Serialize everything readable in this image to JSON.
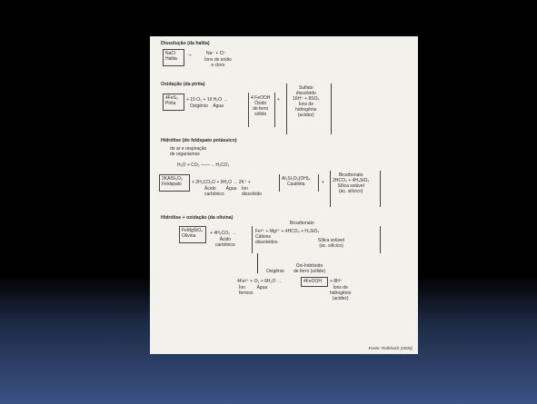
{
  "sections": {
    "dissolucao": {
      "title": "Dissolução (da halita)",
      "box": "NaCl\nHalita",
      "arrow": "→",
      "ions": "Na⁺  +  Cl⁻",
      "ions_label": "Íons de sódio\ne cloro"
    },
    "oxidacao": {
      "title": "Oxidação (da pirita)",
      "box": "4FeS₂\nPirita",
      "reagents": "+ 15 O₂  + 10 H₂O  →",
      "reagent_labels": "Oxigênio    Água",
      "product_box": "4 FeOOH\nÓxido\nde ferro\nsólido",
      "plus": "+",
      "sulfate_box": "Sulfato\ndissolvido\n16H⁺ + 8SO₄\nÍons de\nhidrogênio\n(acidez)"
    },
    "hidrolise": {
      "title": "Hidrólise (do feldspato potássico)",
      "note": "do ar e respiração\nde organismos",
      "co2": "H₂O + CO₂ ——→ H₂CO₃",
      "box": "2KAlSi₃O₈\nFeldspato",
      "reagents": "+ 2H₂CO₃O  + 9H₂O  →  2K⁺ +",
      "reagent_labels": "Ácido        Água    Íon\ncarbônico              dissolvido",
      "caulinita_box": "Al₂Si₂O₅(OH)₄\nCaulinita",
      "plus": "+",
      "bicarb_box": "Bicarbonato\n2HCO₃ + 4H₄SiO₄\nSílica solúvel\n(ác. silícico)"
    },
    "hidrolise_oxidacao": {
      "title": "Hidrólise + oxidação (da olivina)",
      "box": "FeMgSiO₄\nOlivina",
      "reagents": "+ 4H₂CO₃  →",
      "reagent_labels": "Ácido\ncarbônico",
      "cations_box": "Fe²⁺ + Mg²⁺ + 4HCO₃ + H₄SiO₄\nCátions\ndissolvidos",
      "bicarb_label": "Bicarbonato",
      "silica_label": "Sílica solúvel\n(ác. silícico)",
      "oxygen_label": "Oxigênio",
      "oxi_label": "Oxi-hidróxido\nde ferro (sólido)",
      "eq": "4Fe²⁺ + O₂ + 6H₂O →",
      "eq_labels": "Íon         Água\nferroso",
      "feooh_box": "4FeOOH",
      "eq_end": "+ 8H⁺",
      "h_label": "Íons de\nhidrogênio\n(acidez)"
    }
  },
  "footer": "Fonte: Rothbach (2006)"
}
